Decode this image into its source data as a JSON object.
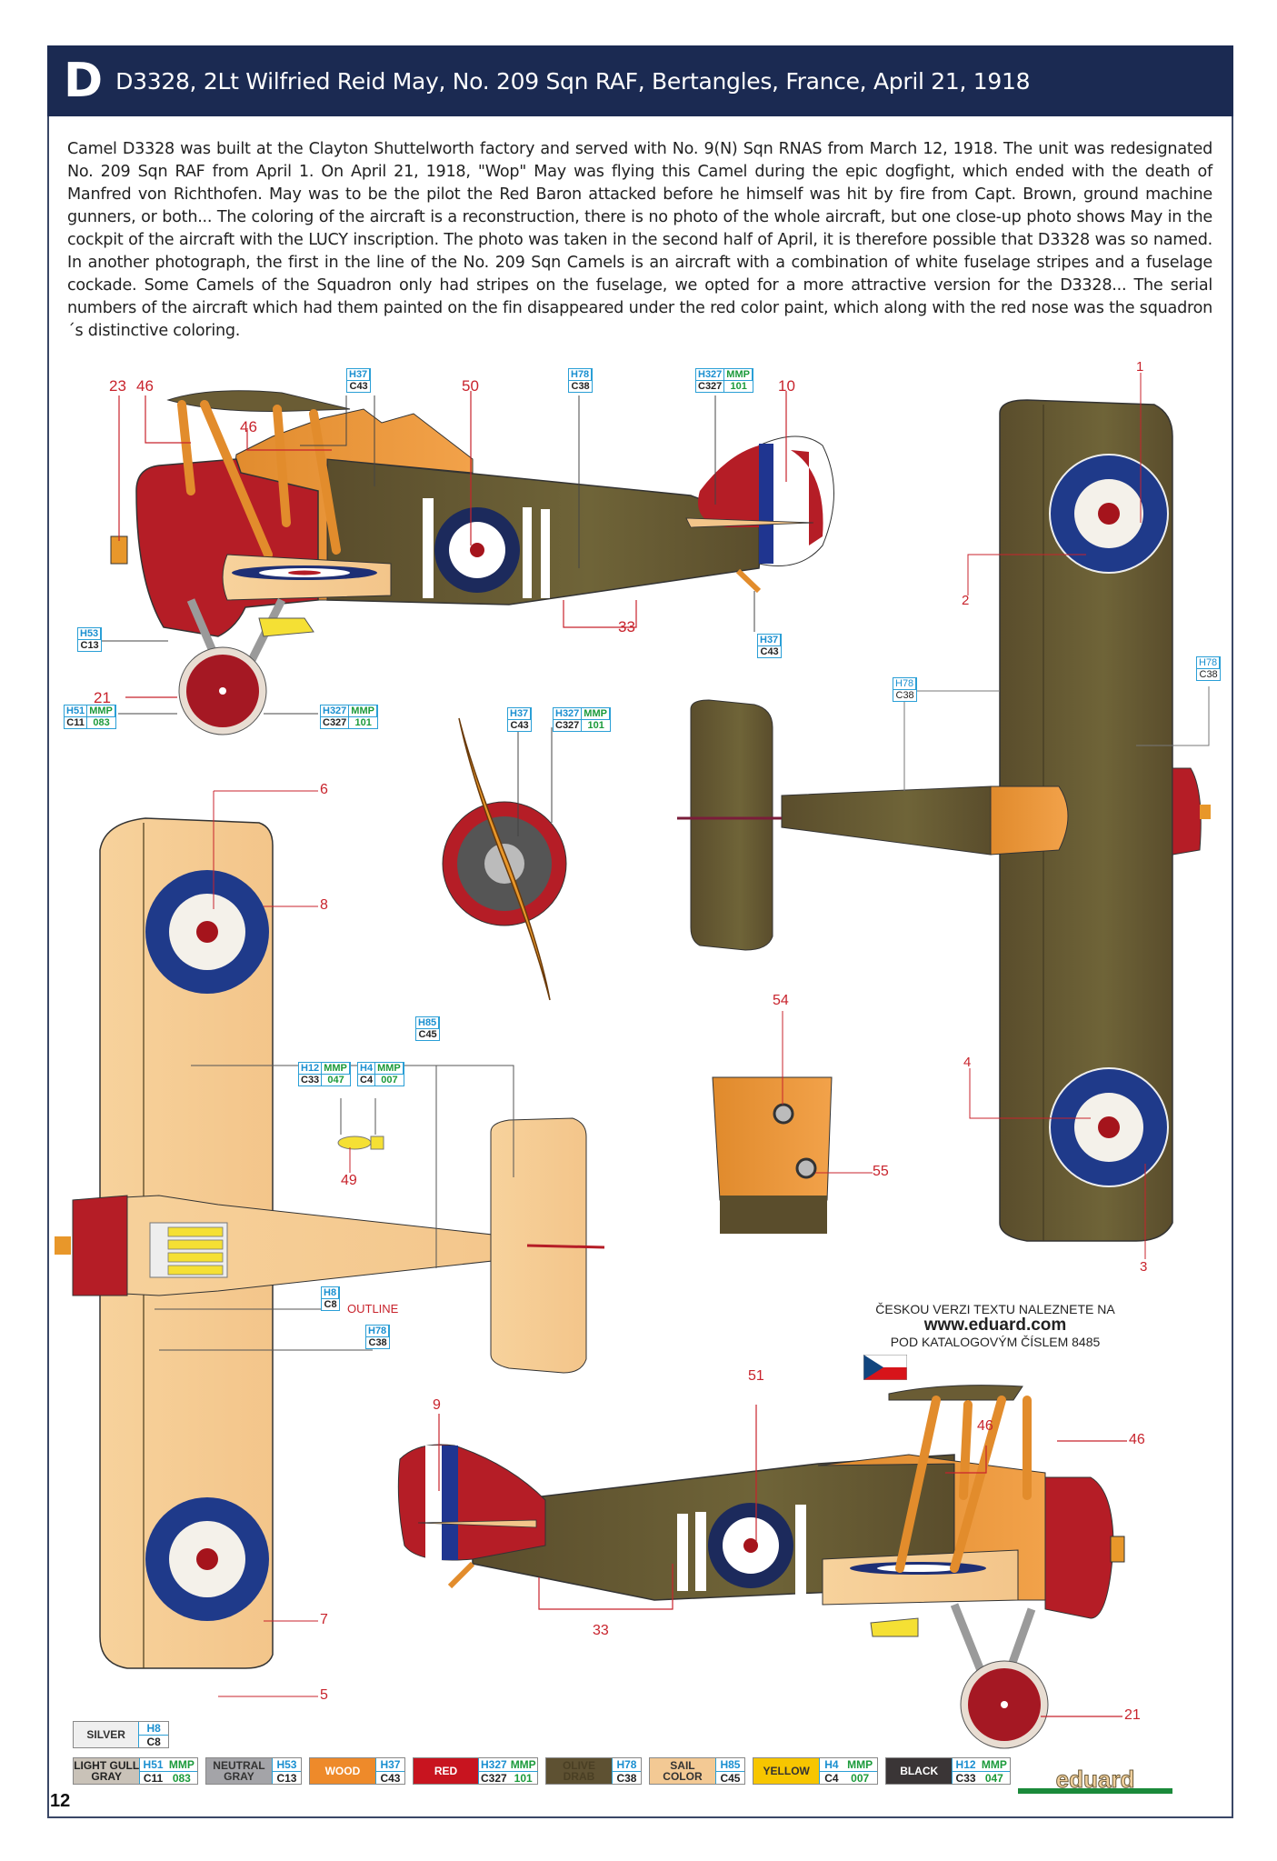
{
  "header": {
    "letter": "D",
    "title": "D3328, 2Lt Wilfried Reid May, No. 209 Sqn RAF, Bertangles, France, April 21, 1918"
  },
  "description": "Camel D3328 was built at the Clayton Shuttelworth factory and served with No. 9(N) Sqn RNAS from March 12, 1918. The unit was redesignated No. 209 Sqn RAF from April 1. On April 21, 1918, \"Wop\" May was flying this Camel during the epic dogfight, which ended with the death of Manfred von Richthofen. May was to be the pilot the Red Baron attacked before he himself was hit by fire from Capt. Brown, ground machine gunners, or both... The coloring of the aircraft is a reconstruction, there is no photo of the whole aircraft, but one close-up photo shows May in the cockpit of the aircraft with the LUCY inscription. The photo was taken in the second half of April, it is therefore possible that D3328 was so named. In another photograph, the first in the line of the No. 209 Sqn Camels is an aircraft with a combination of white fuselage stripes and a fuselage cockade. Some Camels of the Squadron only had stripes on the fuselage, we opted for a more attractive version for the D3328... The serial numbers of the aircraft which had them painted on the fin disappeared under the red color paint, which along with the red nose was the squadron´s distinctive coloring.",
  "views": {
    "left_profile": {
      "markers": [
        "23",
        "46",
        "46",
        "50",
        "10",
        "33",
        "21"
      ],
      "callouts": [
        {
          "h": "H37",
          "c": "C43"
        },
        {
          "h": "H78",
          "c": "C38"
        },
        {
          "h": "H327",
          "mmp": "MMP",
          "c": "C327",
          "mmp_code": "101"
        },
        {
          "h": "H53",
          "c": "C13"
        },
        {
          "h": "H37",
          "c": "C43"
        },
        {
          "h": "H51",
          "mmp": "MMP",
          "c": "C11",
          "mmp_code": "083"
        },
        {
          "h": "H327",
          "mmp": "MMP",
          "c": "C327",
          "mmp_code": "101"
        }
      ]
    },
    "front_view": {
      "callouts": [
        {
          "h": "H37",
          "c": "C43"
        },
        {
          "h": "H327",
          "mmp": "MMP",
          "c": "C327",
          "mmp_code": "101"
        }
      ]
    },
    "top_view": {
      "markers": [
        "1",
        "2",
        "4",
        "3"
      ],
      "callouts": [
        {
          "h": "H78",
          "c": "C38"
        },
        {
          "h": "H78",
          "c": "C38"
        }
      ]
    },
    "bottom_view": {
      "markers": [
        "6",
        "8",
        "49",
        "7",
        "5"
      ],
      "outline_label": "OUTLINE",
      "callouts": [
        {
          "h": "H85",
          "c": "C45"
        },
        {
          "h": "H12",
          "mmp": "MMP",
          "c": "C33",
          "mmp_code": "047"
        },
        {
          "h": "H4",
          "mmp": "MMP",
          "c": "C4",
          "mmp_code": "007"
        },
        {
          "h": "H8",
          "c": "C8"
        },
        {
          "h": "H78",
          "c": "C38"
        }
      ]
    },
    "detail_cowl": {
      "markers": [
        "54",
        "55"
      ]
    },
    "right_profile": {
      "markers": [
        "9",
        "51",
        "46",
        "46",
        "33",
        "21"
      ]
    }
  },
  "czech_note": {
    "line1": "ČESKOU VERZI TEXTU NALEZNETE NA",
    "line2": "www.eduard.com",
    "line3": "POD KATALOGOVÝM ČÍSLEM 8485"
  },
  "legend": {
    "silver": {
      "name": "SILVER",
      "h": "H8",
      "c": "C8",
      "color": "#efefef"
    },
    "items": [
      {
        "name": "LIGHT GULL GRAY",
        "h": "H51",
        "mmp": "MMP",
        "c": "C11",
        "mmp_code": "083",
        "color": "#c9c2b8",
        "text_color": "#222"
      },
      {
        "name": "NEUTRAL GRAY",
        "h": "H53",
        "c": "C13",
        "color": "#a4a4a8",
        "text_color": "#333"
      },
      {
        "name": "WOOD",
        "h": "H37",
        "c": "C43",
        "color": "#ee8a2a",
        "text_color": "#ffffff"
      },
      {
        "name": "RED",
        "h": "H327",
        "mmp": "MMP",
        "c": "C327",
        "mmp_code": "101",
        "color": "#c8141f",
        "text_color": "#ffffff"
      },
      {
        "name": "OLIVE DRAB",
        "h": "H78",
        "c": "C38",
        "color": "#5e5132",
        "text_color": "#4a3f24"
      },
      {
        "name": "SAIL COLOR",
        "h": "H85",
        "c": "C45",
        "color": "#f3c994",
        "text_color": "#333"
      },
      {
        "name": "YELLOW",
        "h": "H4",
        "mmp": "MMP",
        "c": "C4",
        "mmp_code": "007",
        "color": "#f7c600",
        "text_color": "#333"
      },
      {
        "name": "BLACK",
        "h": "H12",
        "mmp": "MMP",
        "c": "C33",
        "mmp_code": "047",
        "color": "#3a3536",
        "text_color": "#ffffff"
      }
    ]
  },
  "page_number": "12",
  "brand": "eduard"
}
